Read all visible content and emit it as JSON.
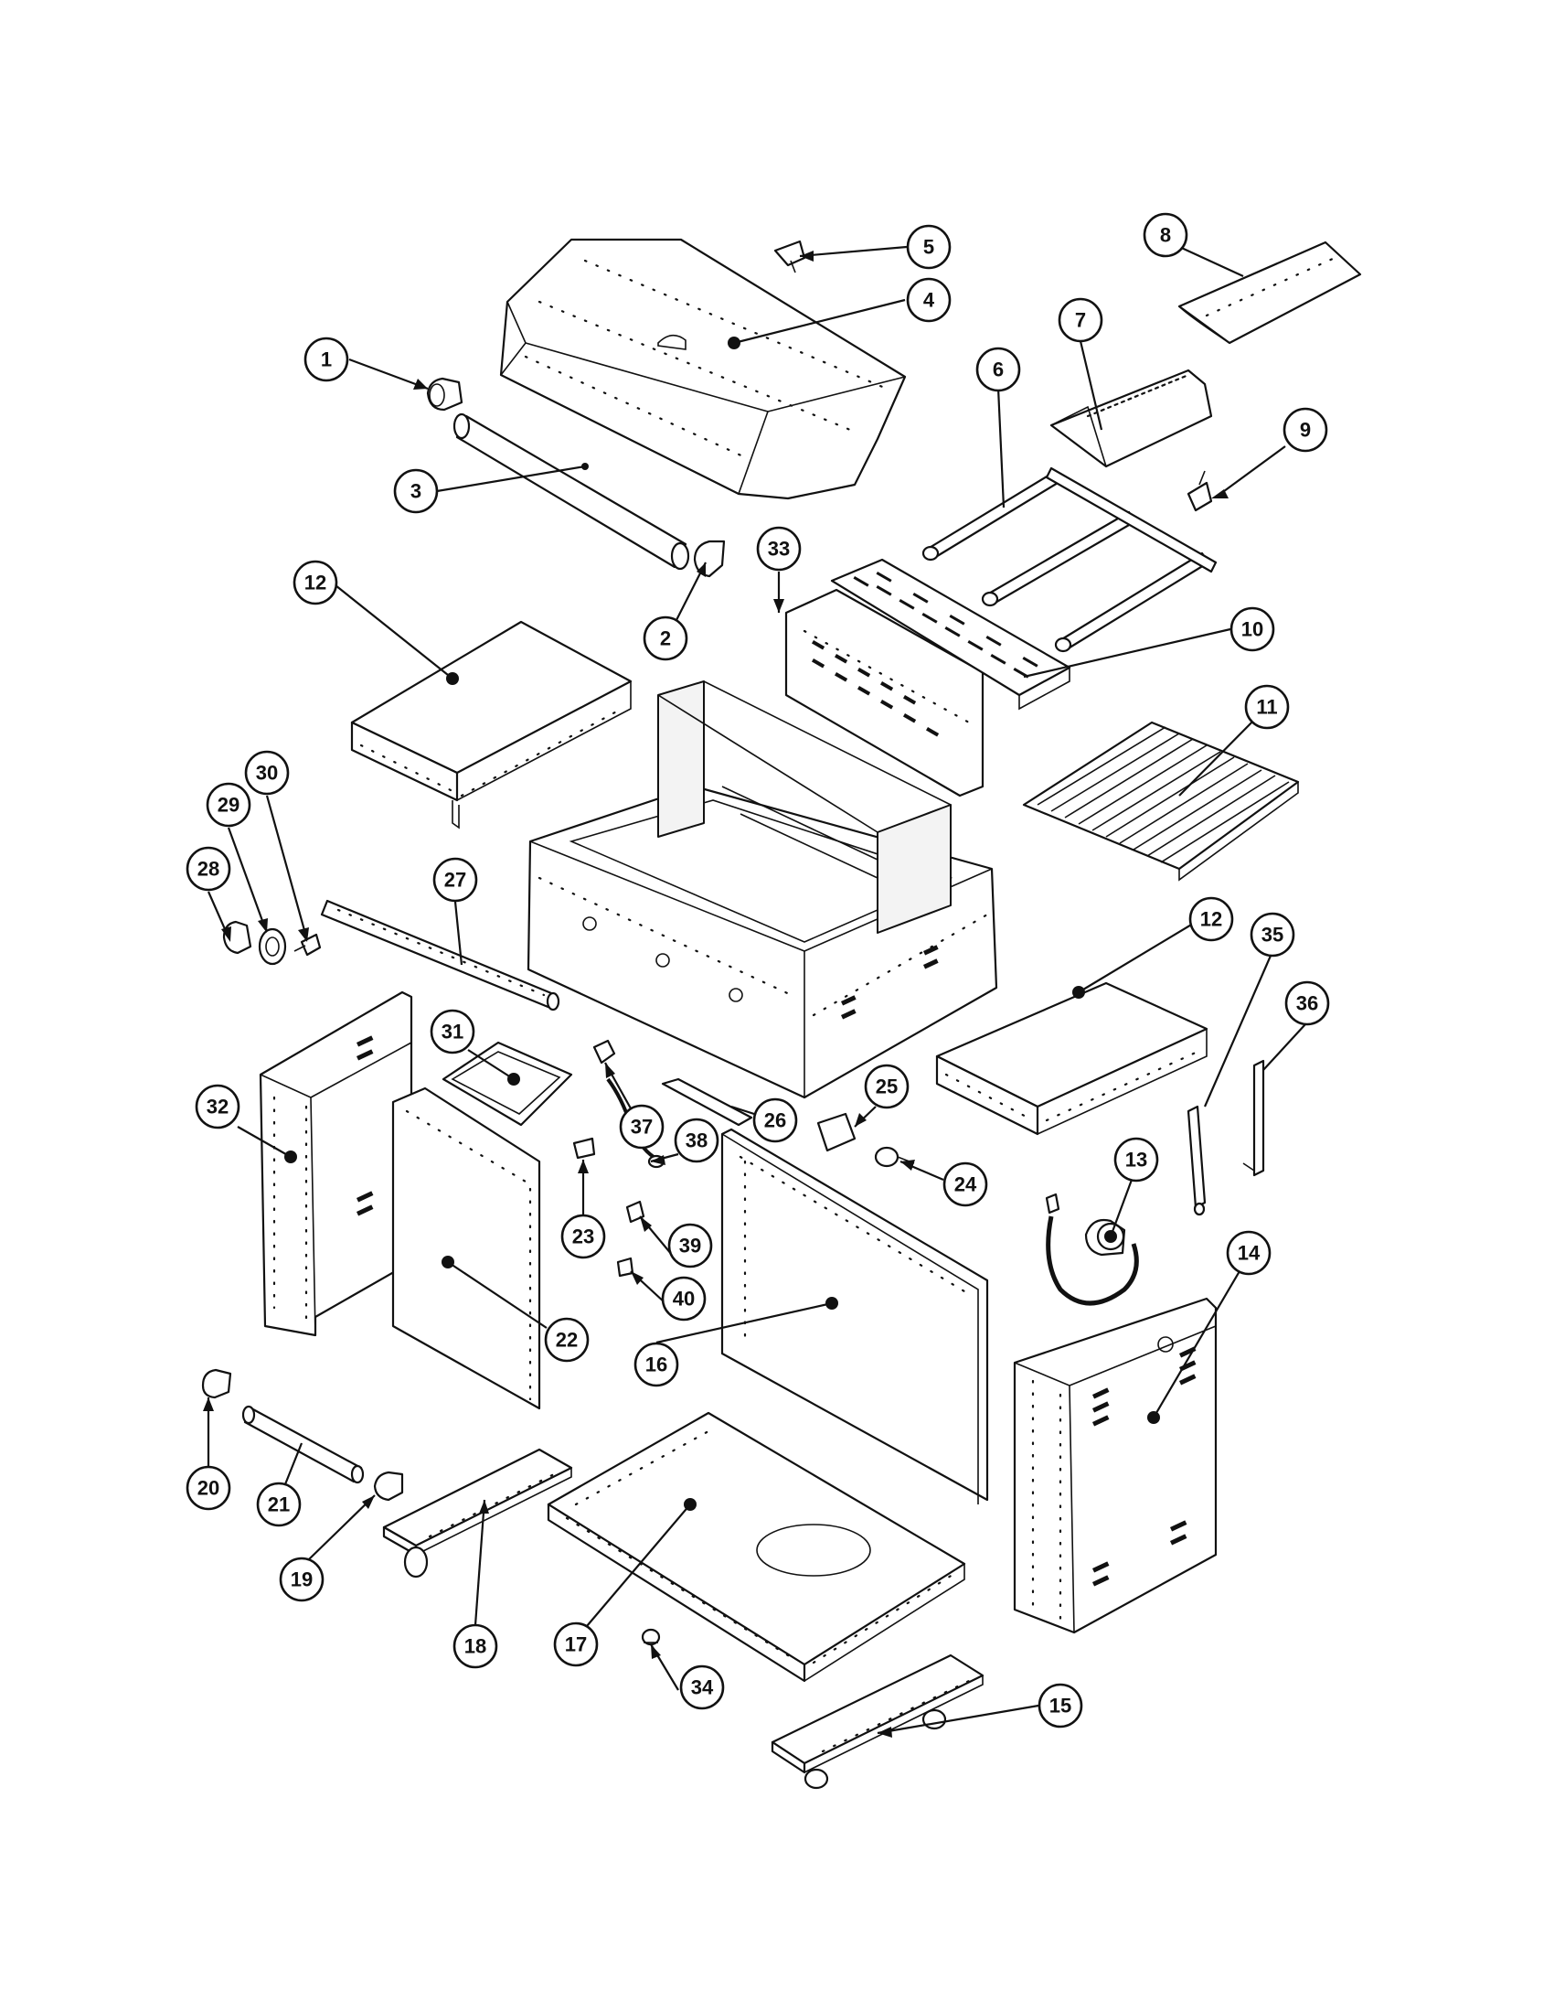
{
  "diagram": {
    "callouts": [
      "1",
      "2",
      "3",
      "4",
      "5",
      "6",
      "7",
      "8",
      "9",
      "10",
      "11",
      "12",
      "12",
      "13",
      "14",
      "15",
      "16",
      "17",
      "18",
      "19",
      "20",
      "21",
      "22",
      "23",
      "24",
      "25",
      "26",
      "27",
      "28",
      "29",
      "30",
      "31",
      "32",
      "33",
      "34",
      "35",
      "36",
      "37",
      "38",
      "39",
      "40"
    ]
  },
  "colors": {
    "ink": "#111111",
    "paper": "#ffffff"
  }
}
